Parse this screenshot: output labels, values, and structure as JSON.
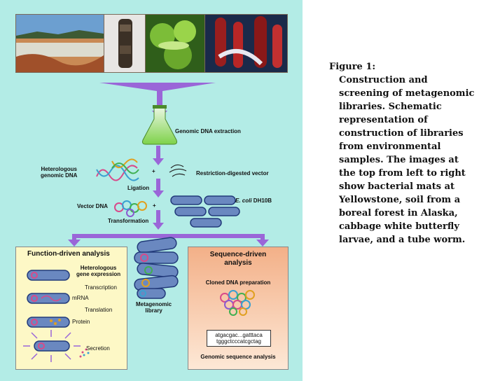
{
  "figure": {
    "caption_title": "Figure 1:",
    "caption_text": "Construction and screening of metagenomic libraries. Schematic representation of construction of libraries from environmental samples. The images at the top from left to right show bacterial mats at Yellowstone, soil from a boreal forest in Alaska, cabbage white butterfly larvae, and a tube worm."
  },
  "diagram": {
    "genomic_extraction": "Genomic DNA extraction",
    "heterologous_dna": "Heterologous\ngenomic DNA",
    "restriction_vector": "Restriction-digested vector",
    "ligation": "Ligation",
    "vector_dna": "Vector DNA",
    "ecoli": "E. coli",
    "ecoli_strain": " DH10B",
    "transformation": "Transformation",
    "plus": "+",
    "metagenomic_library": "Metagenomic\nlibrary",
    "function_box": {
      "title": "Function-driven analysis",
      "het_expression": "Heterologous\ngene expression",
      "transcription": "Transcription",
      "mrna": "mRNA",
      "translation": "Translation",
      "protein": "Protein",
      "secretion": "Secretion"
    },
    "sequence_box": {
      "title": "Sequence-driven\nanalysis",
      "cloned_prep": "Cloned DNA preparation",
      "seq_line1": "atgacgac...gatttaca",
      "seq_line2": "tgggctcccatcgctag",
      "genomic_seq": "Genomic sequence analysis"
    }
  },
  "colors": {
    "panel_bg": "#b3ece6",
    "arrow": "#9a66d8",
    "cell_fill": "#6a88c0",
    "cell_stroke": "#223a7a",
    "function_box": "#fdf8c6",
    "sequence_box": "#f6c8a0"
  },
  "photos": [
    "bacterial-mats-photo",
    "soil-core-photo",
    "larvae-photo",
    "tube-worm-photo"
  ]
}
